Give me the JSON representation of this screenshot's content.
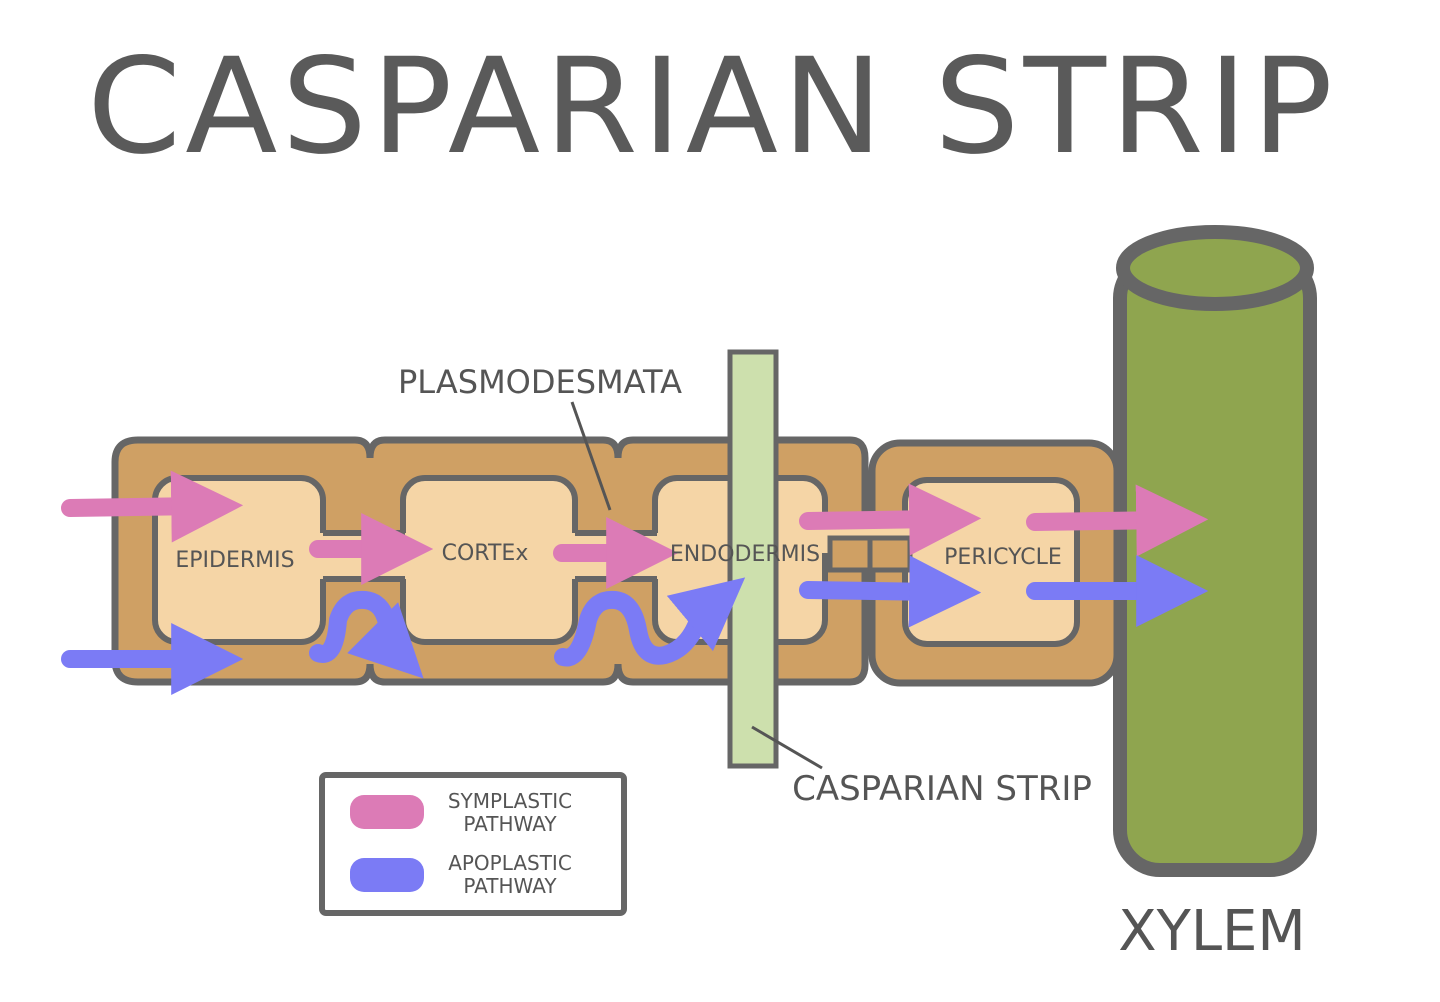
{
  "title": "CASPARIAN STRIP",
  "labels": {
    "plasmodesmata": "PLASMODESMATA",
    "epidermis": "EPIDERMIS",
    "cortex": "CORTEx",
    "endodermis": "ENDODERMIS",
    "pericycle": "PERICYCLE",
    "casparian_strip": "CASPARIAN STRIP",
    "xylem": "XYLEM"
  },
  "legend": {
    "symplastic_line1": "SYMPLASTIC",
    "symplastic_line2": "PATHWAY",
    "apoplastic_line1": "APOPLASTIC",
    "apoplastic_line2": "PATHWAY"
  },
  "colors": {
    "cell_wall": "#cfa064",
    "cell_interior": "#f5d5a6",
    "outline": "#666666",
    "casparian_strip": "#cde0ad",
    "xylem": "#8fa54f",
    "symplastic": "#dc7bb6",
    "apoplastic": "#7b7bf5"
  }
}
